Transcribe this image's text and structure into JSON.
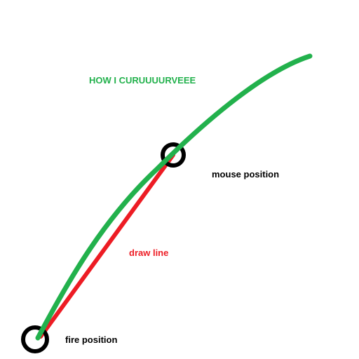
{
  "labels": {
    "title": "HOW I CURUUUURVEEE",
    "mouse_position": "mouse position",
    "draw_line": "draw line",
    "fire_position": "fire position"
  },
  "colors": {
    "background": "#ffffff",
    "curve_green": "#22b14c",
    "line_red": "#ed1c24",
    "circle_black": "#000000",
    "text_black": "#000000"
  }
}
